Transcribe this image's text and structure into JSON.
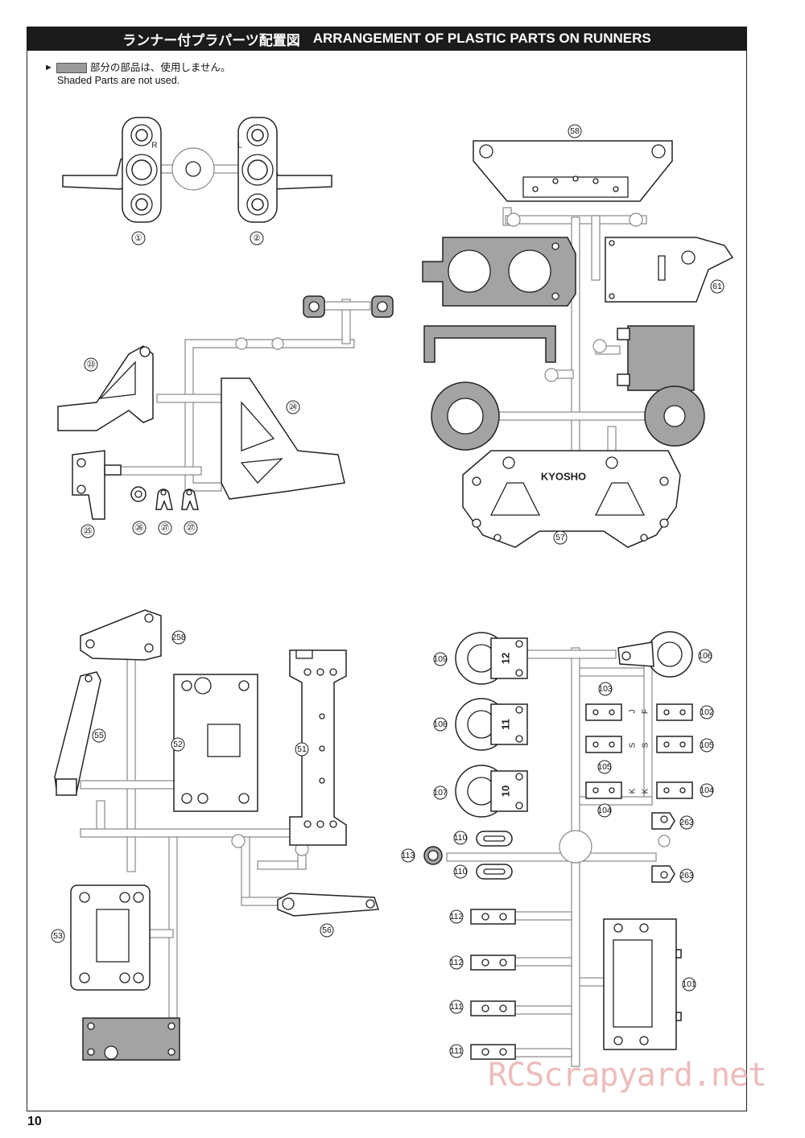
{
  "header": {
    "title_ja": "ランナー付プラパーツ配置図",
    "title_en": "ARRANGEMENT OF PLASTIC PARTS ON RUNNERS"
  },
  "note": {
    "arrow": "►",
    "ja": "部分の部品は、使用しません。",
    "en": "Shaded Parts are not used."
  },
  "part_labels": {
    "p1": "①",
    "p2": "②",
    "p23": "㉓",
    "p24": "㉔",
    "p25": "㉕",
    "p26": "㉖",
    "p27a": "㉗",
    "p27b": "㉗",
    "p58": "58",
    "p61": "61",
    "p57": "57",
    "p258": "258",
    "p55": "55",
    "p52": "52",
    "p51": "51",
    "p53": "53",
    "p56": "56",
    "p109": "109",
    "p108": "108",
    "p107": "107",
    "p106": "106",
    "p103": "103",
    "p102": "102",
    "p105a": "105",
    "p105b": "105",
    "p104a": "104",
    "p104b": "104",
    "p263a": "263",
    "p263b": "263",
    "p110a": "110",
    "p110b": "110",
    "p113": "113",
    "p112a": "112",
    "p112b": "112",
    "p111a": "111",
    "p111b": "111",
    "p101": "101"
  },
  "part_marks": {
    "r": "R",
    "l": "L",
    "kyosho": "KYOSHO",
    "n12": "12",
    "n11": "11",
    "n10": "10",
    "j": "J",
    "f": "F",
    "s1": "S",
    "s2": "S",
    "k1": "K",
    "k2": "K"
  },
  "page_number": "10",
  "watermark": "RCScrapyard.net"
}
